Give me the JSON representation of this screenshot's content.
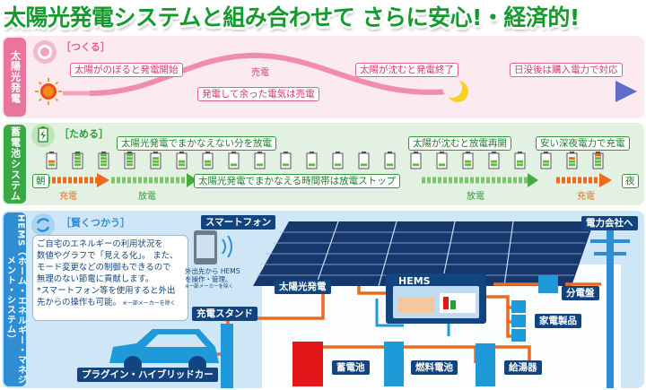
{
  "title": "太陽光発電システムと組み合わせて さらに安心!・経済的!",
  "sections": {
    "solar": {
      "side_label": "太陽光発電",
      "tag": "［つくる］",
      "start": "太陽がのぼると発電開始",
      "middle": "売電",
      "surplus": "発電して余った電気は売電",
      "sunset": "太陽が沈むと発電終了",
      "night": "日没後は購入電力で対応"
    },
    "storage": {
      "side_label": "蓄電池システム",
      "tag": "［ためる］",
      "discharge_shortfall": "太陽光発電でまかなえない分を放電",
      "restart": "太陽が沈むと放電再開",
      "charge_night": "安い深夜電力で充電",
      "stop": "太陽光発電でまかなえる時間帯は放電ストップ",
      "morning": "朝",
      "night": "夜",
      "charge1": "充電",
      "discharge1": "放電",
      "discharge2": "放電",
      "charge2": "充電"
    },
    "hems": {
      "side_label": "HEMS（ホーム・エネルギー・マネジメント・システム）",
      "tag": "［賢くつかう］",
      "description_lines": [
        "ご自宅のエネルギーの利用状況を",
        "数値やグラフで「見える化」。 また、",
        "モード変更などの制御もできるので",
        "無理のない節電に貢献します。",
        "*スマートフォン等を使用すると外出",
        "先からの操作も可能。"
      ],
      "description_note": "※一部メーカーを除く",
      "smartphone_label": "スマートフォン",
      "smartphone_caption": "外出先から HEMS",
      "smartphone_caption2": "を操作・管理。",
      "smartphone_note": "※一部メーカーを除く",
      "power_company": "電力会社へ",
      "solar_panel": "太陽光発電",
      "hems_unit": "HEMS",
      "distribution": "分電盤",
      "appliances": "家電製品",
      "charging_stand": "充電スタンド",
      "battery": "蓄電池",
      "fuel_cell": "燃料電池",
      "water_heater": "給湯器",
      "car": "プラグイン・ハイブリッドカー"
    }
  },
  "battery_levels": [
    0.6,
    1,
    1,
    1,
    0.8,
    0.6,
    0.4,
    0.3,
    0.3,
    0.3,
    0.3,
    0.3,
    0.3,
    0.3,
    0.3,
    0.3,
    0.6,
    0.4,
    0.4,
    0.6,
    0.8,
    1
  ],
  "colors": {
    "pink": "#e35f8f",
    "green": "#2e9a3a",
    "blue": "#2f8ed3",
    "orange": "#ec6a1e",
    "navy": "#12457f"
  }
}
